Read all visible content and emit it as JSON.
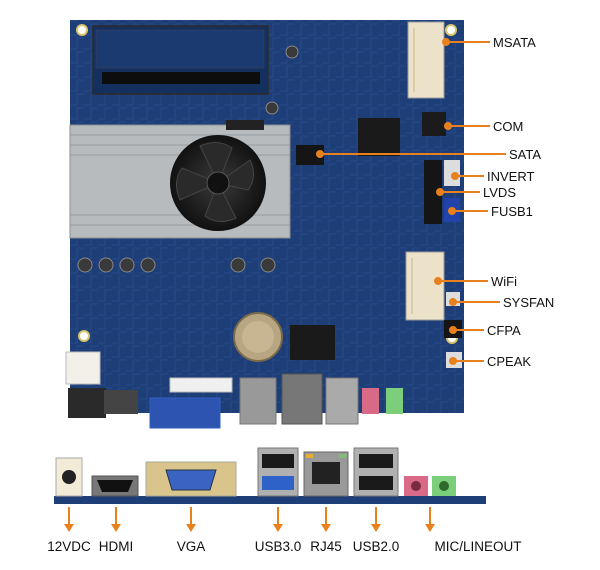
{
  "colors": {
    "pcb": "#1f3f7a",
    "pcb_dark": "#173366",
    "callout": "#e8801e",
    "heatsink": "#b9bcbf"
  },
  "right_labels": [
    "MSATA",
    "COM",
    "SATA",
    "INVERT",
    "LVDS",
    "FUSB1",
    "WiFi",
    "SYSFAN",
    "CFPA",
    "CPEAK"
  ],
  "bottom_labels": [
    "12VDC",
    "HDMI",
    "VGA",
    "USB3.0",
    "RJ45",
    "USB2.0",
    "MIC/LINEOUT"
  ]
}
